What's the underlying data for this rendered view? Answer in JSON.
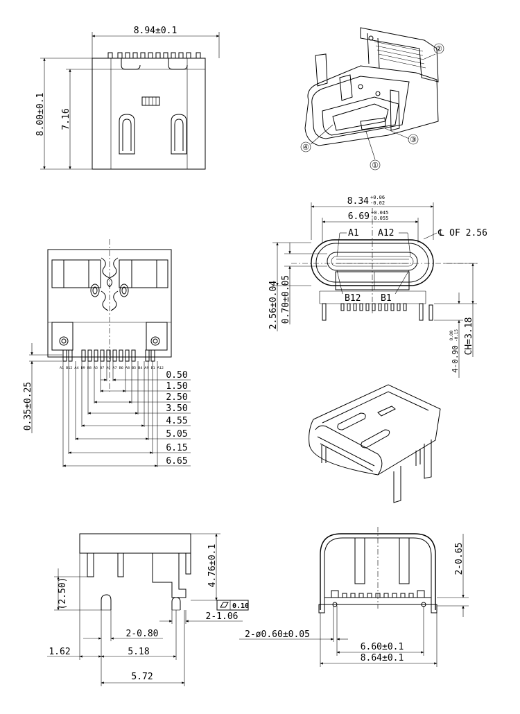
{
  "top_left": {
    "width": "8.94±0.1",
    "height": "8.00±0.1",
    "inner_height": "7.16"
  },
  "callouts": {
    "c1": "①",
    "c2": "②",
    "c3": "③",
    "c4": "④"
  },
  "front_view": {
    "opening_width": "8.34",
    "opening_tol_plus": "+0.06",
    "opening_tol_minus": "-0.02",
    "inner_width": "6.69",
    "inner_tol_plus": "+0.045",
    "inner_tol_minus": "-0.055",
    "pin_a1": "A1",
    "pin_a12": "A12",
    "pin_b12": "B12",
    "pin_b1": "B1",
    "centerline": "℄ OF 2.56",
    "dim_256": "2.56±0.04",
    "dim_070": "0.70±0.05",
    "dim_ch": "CH=3.18",
    "dim_leg": "4-0.90",
    "dim_leg_tol_plus": "0.00",
    "dim_leg_tol_minus": "-0.15"
  },
  "pin_view": {
    "dim_035": "0.35±0.25",
    "pin_labels": "A1 B12 A4 B9 B8 A5 B7 A6 A7 B6 A8 B5 B4 A9 B1 A12",
    "dims": [
      "0.50",
      "1.50",
      "2.50",
      "3.50",
      "4.55",
      "5.05",
      "6.15",
      "6.65"
    ]
  },
  "side_view": {
    "dim_476": "4.76±0.1",
    "dim_250": "(2.50)",
    "flatness": "0.10",
    "dim_2_106": "2-1.06",
    "dim_2_080": "2-0.80",
    "dim_162": "1.62",
    "dim_518": "5.18",
    "dim_572": "5.72"
  },
  "bottom_view": {
    "dim_2_065": "2-0.65",
    "dim_hole": "2-ø0.60±0.05",
    "dim_660": "6.60±0.1",
    "dim_864": "8.64±0.1"
  },
  "colors": {
    "line": "#000000",
    "background": "#ffffff"
  }
}
